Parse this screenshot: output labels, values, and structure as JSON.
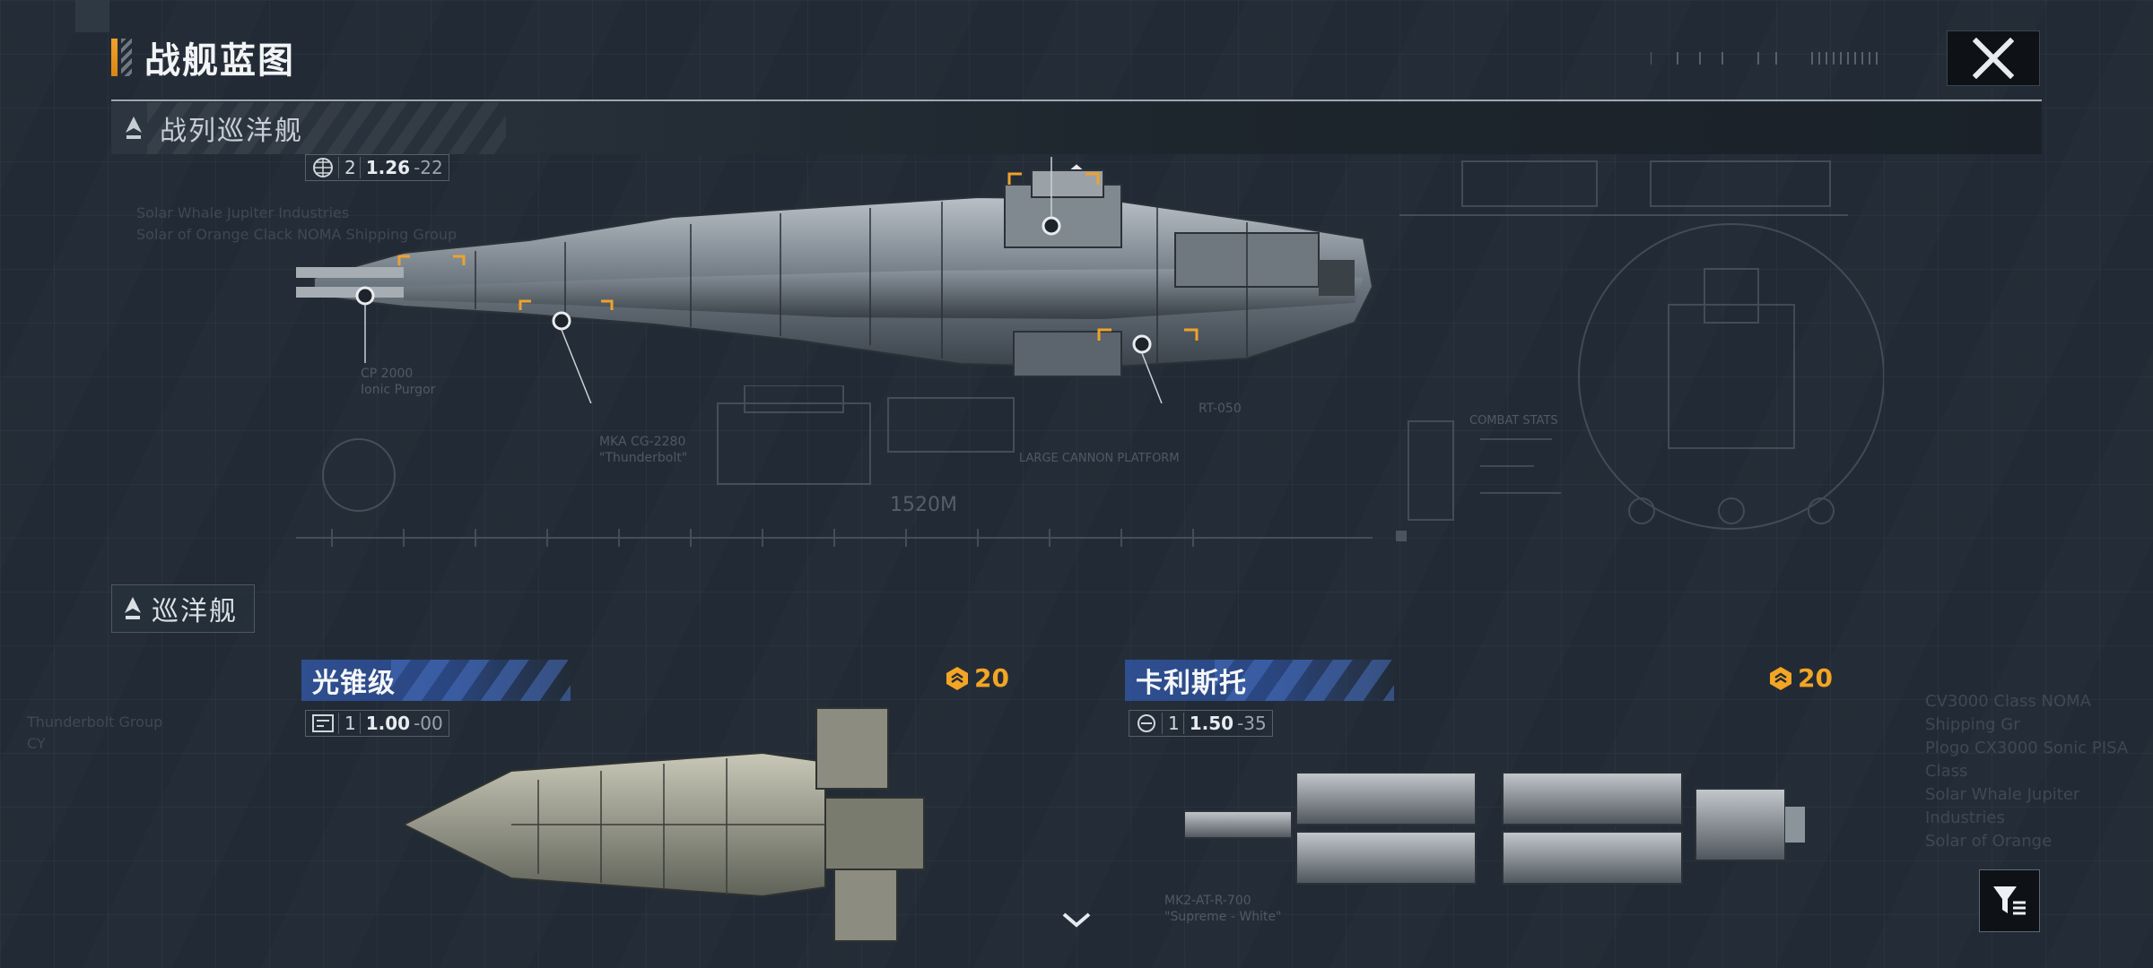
{
  "header": {
    "title": "战舰蓝图",
    "close_icon": "close-icon"
  },
  "section_battlecruiser": {
    "label": "战列巡洋舰",
    "tag": {
      "count": "2",
      "value_main": "1.26",
      "value_sub": "-22"
    },
    "watermark_lines": [
      "Solar Whale Jupiter Industries",
      "Solar of Orange Clack NOMA Shipping Group"
    ],
    "callouts": {
      "left_top": "CP 2000",
      "left_sub": "Ionic Purgor",
      "mid": "MKA CG-2280",
      "mid_sub": "\"Thunderbolt\"",
      "right": "RT-050",
      "platform": "LARGE CANNON PLATFORM",
      "combat_stats": "COMBAT STATS",
      "length": "1520M"
    }
  },
  "section_cruiser": {
    "label": "巡洋舰",
    "watermark_left": [
      "Thunderbolt Group",
      "CY"
    ],
    "watermark_right": [
      "CV3000 Class NOMA Shipping Gr",
      "Plogo CX3000 Sonic PISA Class",
      "Solar Whale Jupiter Industries",
      "Solar of Orange"
    ],
    "ships": [
      {
        "name": "光锥级",
        "cost": "20",
        "tag": {
          "count": "1",
          "value_main": "1.00",
          "value_sub": "-00"
        }
      },
      {
        "name": "卡利斯托",
        "cost": "20",
        "tag": {
          "count": "1",
          "value_main": "1.50",
          "value_sub": "-35"
        },
        "callout": "MK2-AT-R-700",
        "callout_sub": "\"Supreme - White\""
      }
    ]
  },
  "colors": {
    "accent_orange": "#f0a12c",
    "ship_header_blue": "#2f4f91",
    "background": "#222b35"
  }
}
